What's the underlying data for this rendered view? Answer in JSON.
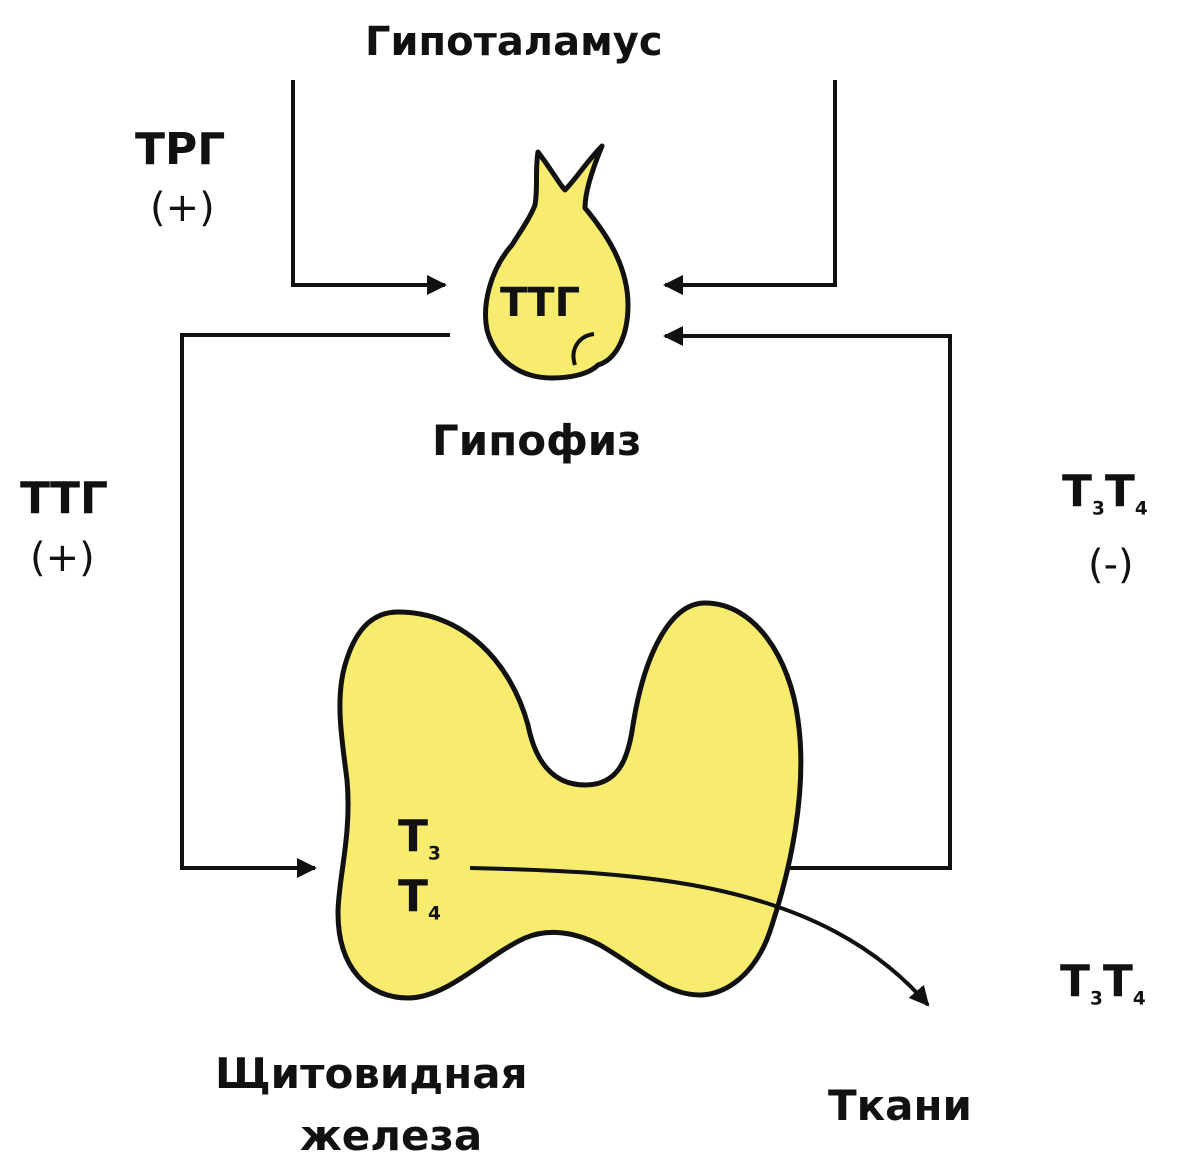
{
  "labels": {
    "hypothalamus": "Гипоталамус",
    "trg": "ТРГ",
    "trg_sign": "(+)",
    "pituitary_hormone": "ТТГ",
    "pituitary": "Гипофиз",
    "ttg": "ТТГ",
    "ttg_sign": "(+)",
    "feedback_t": "T",
    "feedback_sub3": "3",
    "feedback_t2": "T",
    "feedback_sub4": "4",
    "feedback_sign": "(-)",
    "gland_t3": "T",
    "gland_sub3": "3",
    "gland_t4": "T",
    "gland_sub4": "4",
    "tissue_t": "T",
    "tissue_sub3": "3",
    "tissue_t2": "T",
    "tissue_sub4": "4",
    "thyroid_line1": "Щитовидная",
    "thyroid_line2": "железа",
    "tissues": "Ткани"
  },
  "colors": {
    "organ_fill": "#f7ec6e",
    "line": "#111111"
  }
}
